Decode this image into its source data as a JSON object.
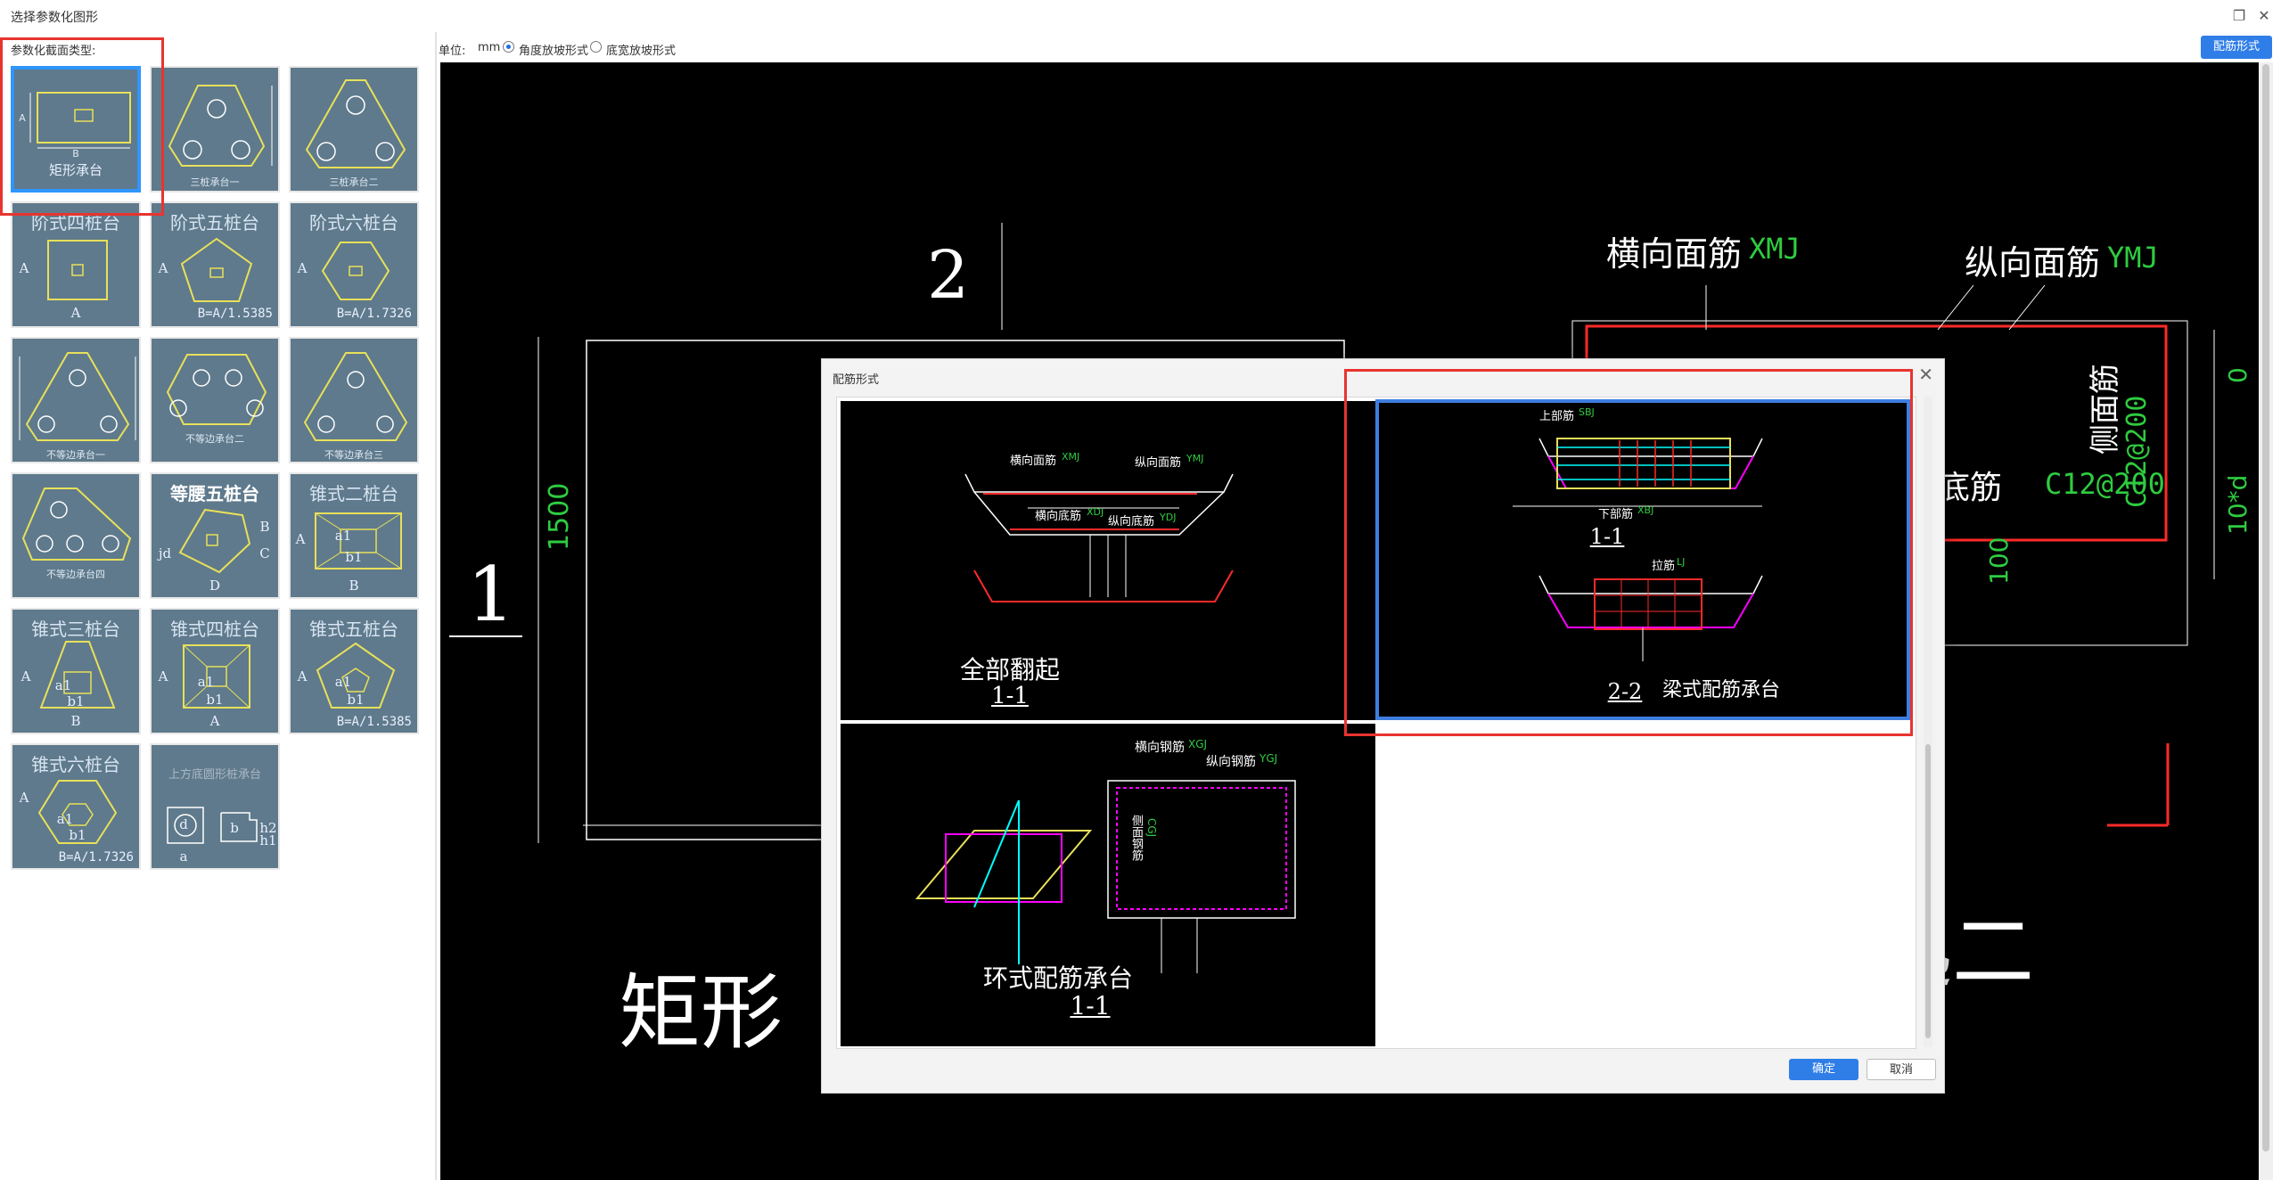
{
  "window": {
    "title": "选择参数化图形",
    "restore_icon": "restore-icon",
    "close_icon": "close-icon"
  },
  "left_panel": {
    "label": "参数化截面类型:",
    "thumbnails": [
      {
        "title": "",
        "caption": "矩形承台",
        "dim_a": "A",
        "dim_b": "B"
      },
      {
        "title": "",
        "caption": "三桩承台一"
      },
      {
        "title": "",
        "caption": "三桩承台二"
      },
      {
        "title": "阶式四桩台",
        "caption": "A",
        "dim_a": "A"
      },
      {
        "title": "阶式五桩台",
        "caption": "B=A/1.5385",
        "dim_a": "A"
      },
      {
        "title": "阶式六桩台",
        "caption": "B=A/1.7326",
        "dim_a": "A"
      },
      {
        "title": "",
        "caption": "不等边承台一"
      },
      {
        "title": "",
        "caption": "不等边承台二"
      },
      {
        "title": "",
        "caption": "不等边承台三"
      },
      {
        "title": "",
        "caption": "不等边承台四"
      },
      {
        "title": "等腰五桩台",
        "caption": "D",
        "dim_a": "jd",
        "dim_b": "B",
        "dim_c": "C"
      },
      {
        "title": "锥式二桩台",
        "caption": "B",
        "dim_a": "A",
        "dim_c": "a1",
        "dim_d": "b1"
      },
      {
        "title": "锥式三桩台",
        "caption": "B",
        "dim_a": "A",
        "dim_c": "a1",
        "dim_d": "b1"
      },
      {
        "title": "锥式四桩台",
        "caption": "A",
        "dim_a": "A",
        "dim_c": "a1",
        "dim_d": "b1"
      },
      {
        "title": "锥式五桩台",
        "caption": "B=A/1.5385",
        "dim_a": "A",
        "dim_c": "a1",
        "dim_d": "b1"
      },
      {
        "title": "锥式六桩台",
        "caption": "B=A/1.7326",
        "dim_a": "A",
        "dim_c": "a1",
        "dim_d": "b1"
      },
      {
        "title": "上方底圆形桩承台",
        "caption": "a",
        "dim_c": "d",
        "dim_d": "b",
        "dim_e": "h2",
        "dim_f": "h1"
      }
    ]
  },
  "toolbar": {
    "unit_label": "单位:",
    "unit_value": "mm",
    "radio_1": "角度放坡形式",
    "radio_2": "底宽放坡形式",
    "rebar_button": "配筋形式"
  },
  "canvas": {
    "label_2": "2",
    "label_1": "1",
    "dim_1500": "1500",
    "title_rect": "矩形",
    "xmj_label": "横向面筋",
    "xmj_code": "XMJ",
    "ymj_label": "纵向面筋",
    "ymj_code": "YMJ",
    "side_label": "侧面筋",
    "side_code": "C12@200",
    "bottom_label": "底筋",
    "bottom_code": "C12@200",
    "dim_0": "0",
    "dim_10d": "10*d",
    "dim_100": "100",
    "big_text": "跨翻起二"
  },
  "dialog": {
    "title": "配筋形式",
    "ok": "确定",
    "cancel": "取消",
    "option_1": {
      "caption": "全部翻起",
      "section": "1-1",
      "xmj": "横向面筋",
      "xmj_code": "XMJ",
      "ymj": "纵向面筋",
      "ymj_code": "YMJ",
      "xdj": "横向底筋",
      "xdj_code": "XDJ",
      "ydj": "纵向底筋",
      "ydj_code": "YDJ"
    },
    "option_2": {
      "caption": "梁式配筋承台",
      "section_1": "1-1",
      "section_2": "2-2",
      "sbj": "上部筋",
      "sbj_code": "SBJ",
      "xbj": "下部筋",
      "xbj_code": "XBJ",
      "lj": "拉筋",
      "lj_code": "LJ"
    },
    "option_3": {
      "caption": "环式配筋承台",
      "section": "1-1",
      "xgj": "横向钢筋",
      "xgj_code": "XGJ",
      "ygj": "纵向钢筋",
      "ygj_code": "YGJ",
      "cmj": "侧面钢筋",
      "cmj_code": "CGJ"
    }
  },
  "annotation_color": "#e8342f",
  "accent_color": "#2f7ee8"
}
